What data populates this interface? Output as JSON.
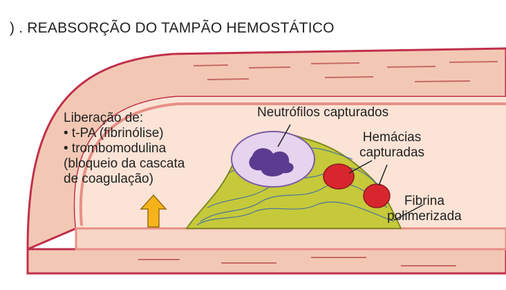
{
  "title": ") . REABSORÇÃO DO TAMPÃO HEMOSTÁTICO",
  "release": {
    "heading": "Liberação de:",
    "lines": [
      "• t-PA (fibrinólise)",
      "• trombomodulina",
      "(bloqueio da cascata",
      "de coagulação)"
    ]
  },
  "labels": {
    "neutrophils": "Neutrófilos capturados",
    "rbc_line1": "Hemácias",
    "rbc_line2": "capturadas",
    "fibrin_line1": "Fibrina",
    "fibrin_line2": "polimerizada"
  },
  "colors": {
    "vessel_wall": "#f2c8b5",
    "vessel_outline": "#c0304a",
    "lumen": "#fbe3d6",
    "arrow": "#f5b21a",
    "platelets": "#c6c93a",
    "rbc": "#d8262e",
    "neutrophil": "#e6d3ee",
    "nucleus": "#5b3b8f",
    "fibrin": "#2a5fb8"
  }
}
